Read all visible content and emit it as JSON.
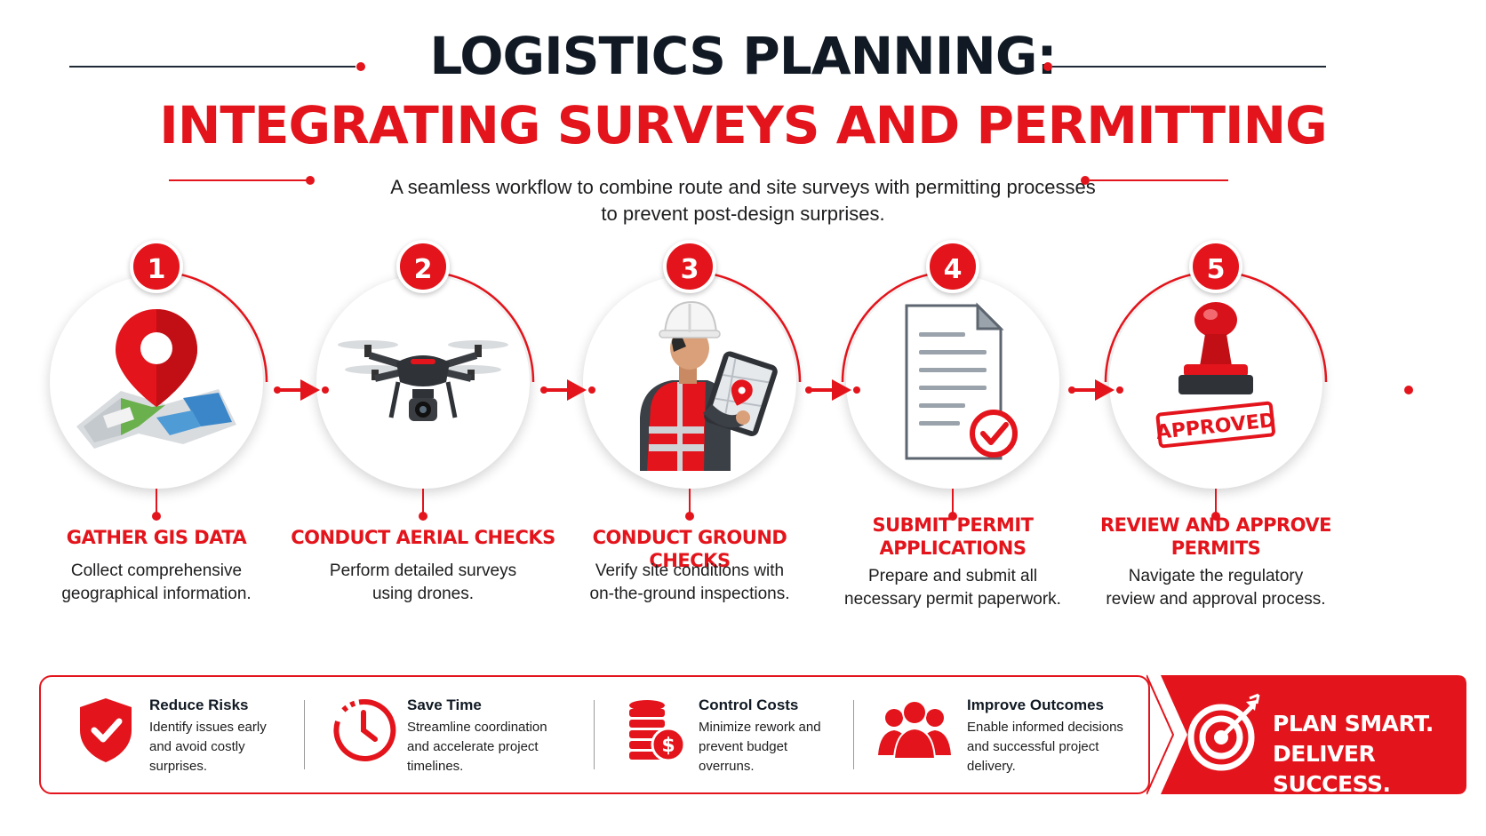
{
  "header": {
    "title_line1": "LOGISTICS PLANNING:",
    "title_line2": "INTEGRATING SURVEYS AND PERMITTING",
    "subtitle_line1": "A seamless workflow to combine route and site surveys with permitting processes",
    "subtitle_line2": "to prevent post-design surprises."
  },
  "steps": [
    {
      "number": "1",
      "title": "GATHER GIS DATA",
      "desc1": "Collect comprehensive",
      "desc2": "geographical information.",
      "icon": "map-pin-icon"
    },
    {
      "number": "2",
      "title": "CONDUCT AERIAL CHECKS",
      "desc1": "Perform detailed surveys",
      "desc2": "using drones.",
      "icon": "drone-icon"
    },
    {
      "number": "3",
      "title": "CONDUCT GROUND CHECKS",
      "desc1": "Verify site conditions with",
      "desc2": "on-the-ground inspections.",
      "icon": "surveyor-icon"
    },
    {
      "number": "4",
      "title_line1": "SUBMIT PERMIT",
      "title_line2": "APPLICATIONS",
      "desc1": "Prepare and submit all",
      "desc2": "necessary permit paperwork.",
      "icon": "document-check-icon"
    },
    {
      "number": "5",
      "title_line1": "REVIEW AND APPROVE",
      "title_line2": "PERMITS",
      "desc1": "Navigate the regulatory",
      "desc2": "review and approval process.",
      "icon": "stamp-icon",
      "stamp_text": "APPROVED"
    }
  ],
  "benefits": [
    {
      "title": "Reduce Risks",
      "line1": "Identify issues early",
      "line2": "and avoid costly",
      "line3": "surprises.",
      "icon": "shield-check-icon"
    },
    {
      "title": "Save Time",
      "line1": "Streamline coordination",
      "line2": "and accelerate project",
      "line3": "timelines.",
      "icon": "clock-icon"
    },
    {
      "title": "Control Costs",
      "line1": "Minimize rework and",
      "line2": "prevent budget",
      "line3": "overruns.",
      "icon": "coins-icon",
      "symbol": "$"
    },
    {
      "title": "Improve Outcomes",
      "line1": "Enable informed decisions",
      "line2": "and successful project",
      "line3": "delivery.",
      "icon": "team-icon"
    }
  ],
  "cta": {
    "line1": "PLAN SMART.",
    "line2": "DELIVER SUCCESS.",
    "icon": "target-icon"
  },
  "colors": {
    "accent": "#e3141b",
    "dark": "#111a24"
  }
}
